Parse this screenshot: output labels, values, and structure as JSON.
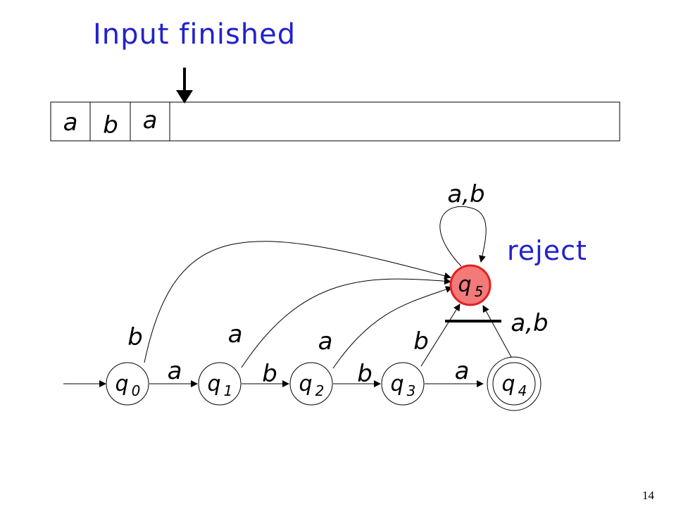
{
  "headline": "Input finished",
  "status": "reject",
  "page_number": "14",
  "tape": {
    "symbols": [
      "a",
      "b",
      "a"
    ]
  },
  "states": [
    {
      "id": "q0",
      "name": "q",
      "sub": "0"
    },
    {
      "id": "q1",
      "name": "q",
      "sub": "1"
    },
    {
      "id": "q2",
      "name": "q",
      "sub": "2"
    },
    {
      "id": "q3",
      "name": "q",
      "sub": "3"
    },
    {
      "id": "q4",
      "name": "q",
      "sub": "4",
      "accepting": true
    },
    {
      "id": "q5",
      "name": "q",
      "sub": "5",
      "current": true
    }
  ],
  "transitions": {
    "q0_q1": "a",
    "q1_q2": "b",
    "q2_q3": "b",
    "q3_q4": "a",
    "q0_q5": "b",
    "q1_q5": "a",
    "q2_q5": "a",
    "q3_q5": "b",
    "q4_q5": "a,b",
    "q5_loop": "a,b"
  },
  "colors": {
    "text_blue": "#2222cc",
    "current_state_fill": "#f47a7a",
    "current_state_stroke": "#e02020"
  }
}
